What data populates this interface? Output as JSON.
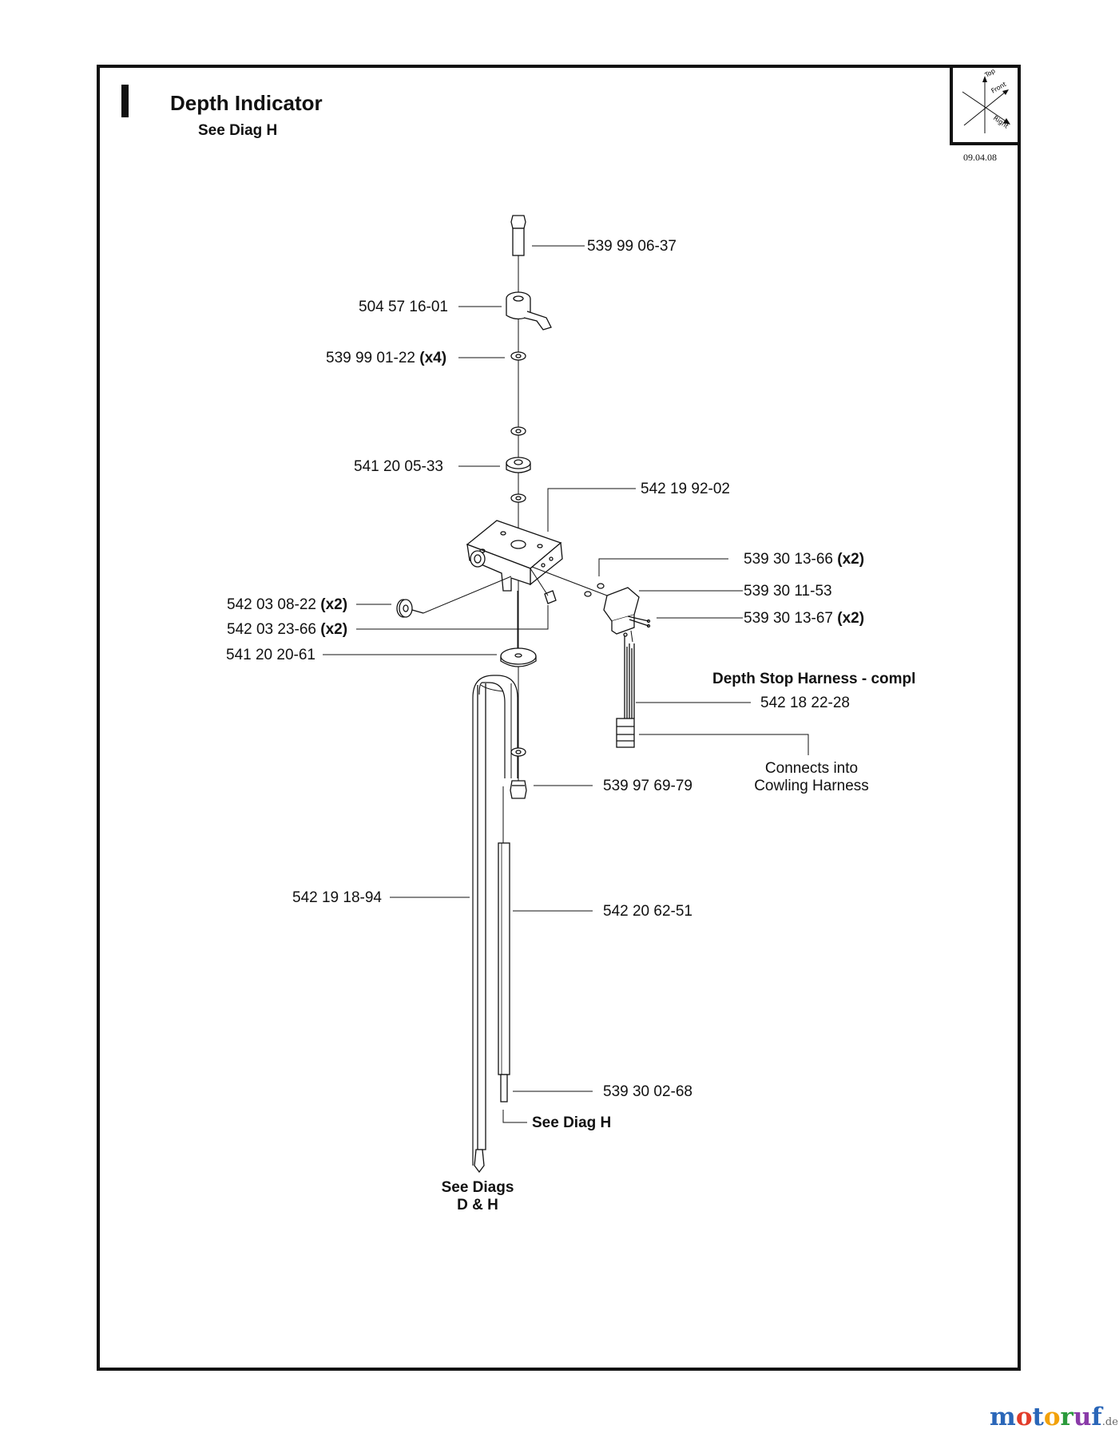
{
  "header": {
    "title": "Depth Indicator",
    "subtitle": "See Diag H",
    "date": "09.04.08"
  },
  "orientation": {
    "top": "Top",
    "front": "Front",
    "right": "Right"
  },
  "parts": [
    {
      "number": "539 99 06-37",
      "qty": ""
    },
    {
      "number": "504 57 16-01",
      "qty": ""
    },
    {
      "number": "539 99 01-22",
      "qty": "(x4)"
    },
    {
      "number": "541 20 05-33",
      "qty": ""
    },
    {
      "number": "542 19 92-02",
      "qty": ""
    },
    {
      "number": "539 30 13-66",
      "qty": "(x2)"
    },
    {
      "number": "539 30 11-53",
      "qty": ""
    },
    {
      "number": "539 30 13-67",
      "qty": "(x2)"
    },
    {
      "number": "542 03 08-22",
      "qty": "(x2)"
    },
    {
      "number": "542 03 23-66",
      "qty": "(x2)"
    },
    {
      "number": "541 20 20-61",
      "qty": ""
    },
    {
      "number": "542 18 22-28",
      "qty": ""
    },
    {
      "number": "539 97 69-79",
      "qty": ""
    },
    {
      "number": "542 19 18-94",
      "qty": ""
    },
    {
      "number": "542 20 62-51",
      "qty": ""
    },
    {
      "number": "539 30 02-68",
      "qty": ""
    }
  ],
  "notes": {
    "harness_title": "Depth Stop Harness - compl",
    "connects_line1": "Connects into",
    "connects_line2": "Cowling Harness",
    "see_diag_h": "See Diag H",
    "see_diags_line1": "See Diags",
    "see_diags_line2": "D & H"
  },
  "watermark": {
    "m": "m",
    "o1": "o",
    "t": "t",
    "o2": "o",
    "r": "r",
    "u": "u",
    "f": "f",
    "de": ".de"
  }
}
